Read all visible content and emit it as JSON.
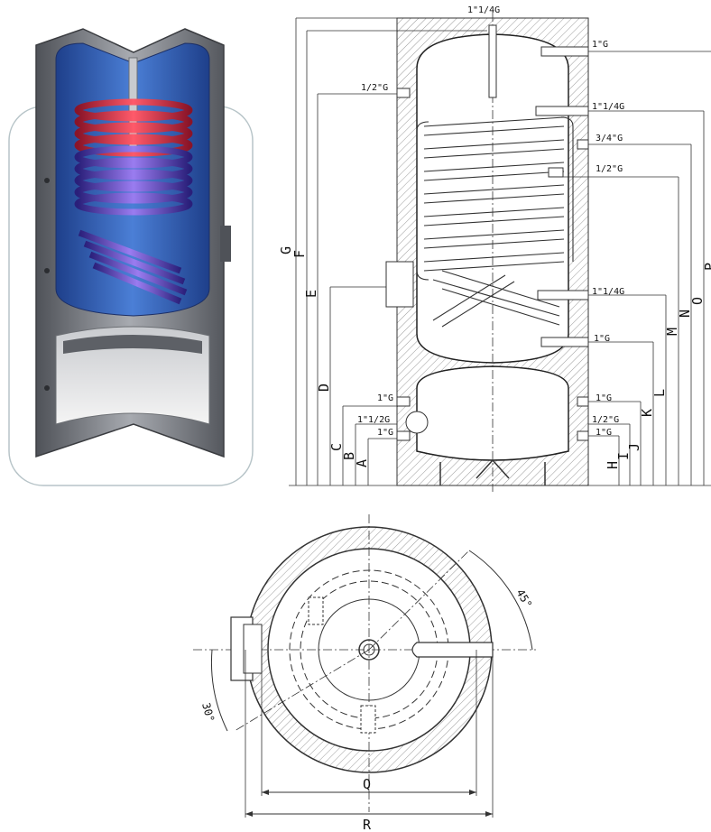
{
  "connections": {
    "top": "1\"1/4G",
    "outlet_top": "1\"G",
    "sensor_upper": "1/2\"G",
    "coil_in_upper": "1\"1/4G",
    "aux_3_4": "3/4\"G",
    "sensor_mid": "1/2\"G",
    "coil_out_upper": "1\"1/4G",
    "lower_coil_in": "1\"G",
    "lower_1g_left": "1\"G",
    "lower_1g_right": "1\"G",
    "lower_1_1_2g": "1\"1/2G",
    "lower_1_2g": "1/2\"G",
    "lower_1g_left_b": "1\"G",
    "lower_1g_right_b": "1\"G"
  },
  "dimensions_left": [
    "G",
    "F",
    "E",
    "D",
    "C",
    "B",
    "A"
  ],
  "dimensions_right": [
    "P",
    "O",
    "N",
    "M",
    "L",
    "K",
    "J",
    "I",
    "H"
  ],
  "plan_view": {
    "angle_top": "45°",
    "angle_left": "30°",
    "inner_diameter": "Q",
    "outer_diameter": "R"
  },
  "colors": {
    "tank_blue": "#2f5fb8",
    "coil_red": "#e8304a",
    "coil_violet": "#6a4fc8",
    "shell_grey": "#7d8087",
    "hatch": "#9a9a9a"
  }
}
